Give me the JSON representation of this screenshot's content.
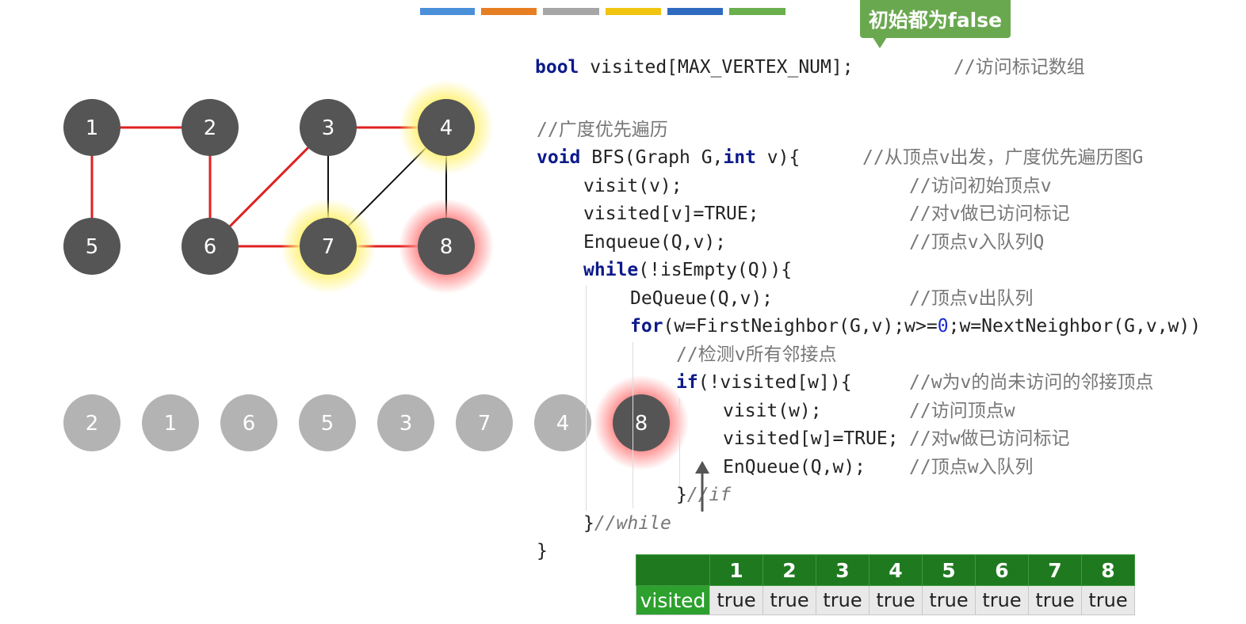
{
  "tab_strip": [
    {
      "color": "#4a90d9"
    },
    {
      "color": "#e67e22"
    },
    {
      "color": "#a6a6a6"
    },
    {
      "color": "#f1c40f"
    },
    {
      "color": "#2e6bc0"
    },
    {
      "color": "#6ab04c"
    }
  ],
  "callout": {
    "text": "初始都为false"
  },
  "graph": {
    "nodes": [
      {
        "id": "1",
        "label": "1",
        "row": 0,
        "col": 0,
        "glow": "none"
      },
      {
        "id": "2",
        "label": "2",
        "row": 0,
        "col": 1,
        "glow": "none"
      },
      {
        "id": "3",
        "label": "3",
        "row": 0,
        "col": 2,
        "glow": "none"
      },
      {
        "id": "4",
        "label": "4",
        "row": 0,
        "col": 3,
        "glow": "yellow"
      },
      {
        "id": "5",
        "label": "5",
        "row": 1,
        "col": 0,
        "glow": "none"
      },
      {
        "id": "6",
        "label": "6",
        "row": 1,
        "col": 1,
        "glow": "none"
      },
      {
        "id": "7",
        "label": "7",
        "row": 1,
        "col": 2,
        "glow": "yellow"
      },
      {
        "id": "8",
        "label": "8",
        "row": 1,
        "col": 3,
        "glow": "red"
      }
    ],
    "edges": [
      {
        "from": "1",
        "to": "2",
        "color": "#e02020"
      },
      {
        "from": "1",
        "to": "5",
        "color": "#e02020"
      },
      {
        "from": "2",
        "to": "6",
        "color": "#e02020"
      },
      {
        "from": "3",
        "to": "6",
        "color": "#e02020"
      },
      {
        "from": "3",
        "to": "4",
        "color": "#e02020"
      },
      {
        "from": "6",
        "to": "7",
        "color": "#e02020"
      },
      {
        "from": "7",
        "to": "8",
        "color": "#e02020"
      },
      {
        "from": "3",
        "to": "7",
        "color": "#111111"
      },
      {
        "from": "4",
        "to": "7",
        "color": "#111111"
      },
      {
        "from": "4",
        "to": "8",
        "color": "#111111"
      }
    ],
    "node_color": "#555555"
  },
  "queue": {
    "items": [
      {
        "label": "2",
        "state": "dequeued"
      },
      {
        "label": "1",
        "state": "dequeued"
      },
      {
        "label": "6",
        "state": "dequeued"
      },
      {
        "label": "5",
        "state": "dequeued"
      },
      {
        "label": "3",
        "state": "dequeued"
      },
      {
        "label": "7",
        "state": "dequeued"
      },
      {
        "label": "4",
        "state": "dequeued"
      },
      {
        "label": "8",
        "state": "current"
      }
    ],
    "dequeued_color": "#b3b3b3",
    "current_color": "#555555"
  },
  "code": {
    "decl": {
      "kw": "bool",
      "rest": " visited[MAX_VERTEX_NUM];",
      "comment": "//访问标记数组"
    },
    "bfs_comment": "//广度优先遍历",
    "sig": {
      "kw1": "void",
      "mid1": " BFS(Graph G,",
      "kw2": "int",
      "mid2": " v){",
      "comment": "//从顶点v出发，广度优先遍历图G"
    },
    "l_visit": {
      "code": "visit(v);",
      "comment": "//访问初始顶点v"
    },
    "l_mark": {
      "code": "visited[v]=TRUE;",
      "comment": "//对v做已访问标记"
    },
    "l_enq": {
      "code": "Enqueue(Q,v);",
      "comment": "//顶点v入队列Q"
    },
    "l_while": {
      "kw": "while",
      "rest": "(!isEmpty(Q)){"
    },
    "l_deq": {
      "code": "DeQueue(Q,v);",
      "comment": "//顶点v出队列"
    },
    "l_for": {
      "kw": "for",
      "a": "(w=FirstNeighbor(G,v);w>=",
      "zero": "0",
      "b": ";w=NextNeighbor(G,v,w))"
    },
    "l_check": {
      "comment": "//检测v所有邻接点"
    },
    "l_if": {
      "kw": "if",
      "rest": "(!visited[w]){",
      "comment": "//w为v的尚未访问的邻接顶点"
    },
    "l_visitw": {
      "code": "visit(w);",
      "comment": "//访问顶点w"
    },
    "l_markw": {
      "code": "visited[w]=TRUE;",
      "comment": "//对w做已访问标记"
    },
    "l_enqw": {
      "code": "EnQueue(Q,w);",
      "comment": "//顶点w入队列"
    },
    "l_endif": {
      "brace": "}",
      "comment": "//if"
    },
    "l_endwhile": {
      "brace": "}",
      "comment": "//while"
    },
    "l_end": {
      "brace": "}"
    }
  },
  "visited_table": {
    "row_label": "visited",
    "headers": [
      "1",
      "2",
      "3",
      "4",
      "5",
      "6",
      "7",
      "8"
    ],
    "values": [
      "true",
      "true",
      "true",
      "true",
      "true",
      "true",
      "true",
      "true"
    ]
  }
}
